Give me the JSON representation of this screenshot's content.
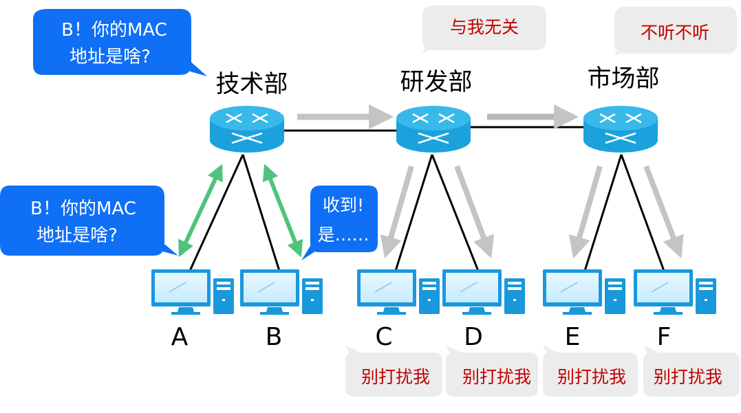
{
  "colors": {
    "background": "#ffffff",
    "router_fill": "#1ba2dc",
    "router_top": "#39b8ea",
    "link_line": "#000000",
    "arrow_green": "#4fc37c",
    "arrow_gray": "#c4c4c4",
    "bubble_blue": "#0f6ff5",
    "bubble_blue_text": "#ffffff",
    "bubble_gray": "#ececec",
    "bubble_gray_text": "#c00000",
    "pc_monitor": "#1a98dc",
    "pc_tower": "#1a98dc"
  },
  "routers": [
    {
      "id": "tech",
      "label": "技术部",
      "icon": "router-icon"
    },
    {
      "id": "rd",
      "label": "研发部",
      "icon": "router-icon"
    },
    {
      "id": "market",
      "label": "市场部",
      "icon": "router-icon"
    }
  ],
  "hosts": [
    {
      "id": "A",
      "label": "A",
      "icon": "computer-icon"
    },
    {
      "id": "B",
      "label": "B",
      "icon": "computer-icon"
    },
    {
      "id": "C",
      "label": "C",
      "icon": "computer-icon"
    },
    {
      "id": "D",
      "label": "D",
      "icon": "computer-icon"
    },
    {
      "id": "E",
      "label": "E",
      "icon": "computer-icon"
    },
    {
      "id": "F",
      "label": "F",
      "icon": "computer-icon"
    }
  ],
  "bubbles": {
    "top_left": {
      "lines": [
        "B！你的MAC",
        "地址是啥?"
      ]
    },
    "host_a": {
      "lines": [
        "B！你的MAC",
        "地址是啥?"
      ]
    },
    "host_b": {
      "lines": [
        "收到!",
        "是……"
      ]
    },
    "rd_dept": {
      "lines": [
        "与我无关"
      ]
    },
    "market_dept": {
      "lines": [
        "不听不听"
      ]
    },
    "host_c": {
      "lines": [
        "别打扰我"
      ]
    },
    "host_d": {
      "lines": [
        "别打扰我"
      ]
    },
    "host_e": {
      "lines": [
        "别打扰我"
      ]
    },
    "host_f": {
      "lines": [
        "别打扰我"
      ]
    }
  }
}
